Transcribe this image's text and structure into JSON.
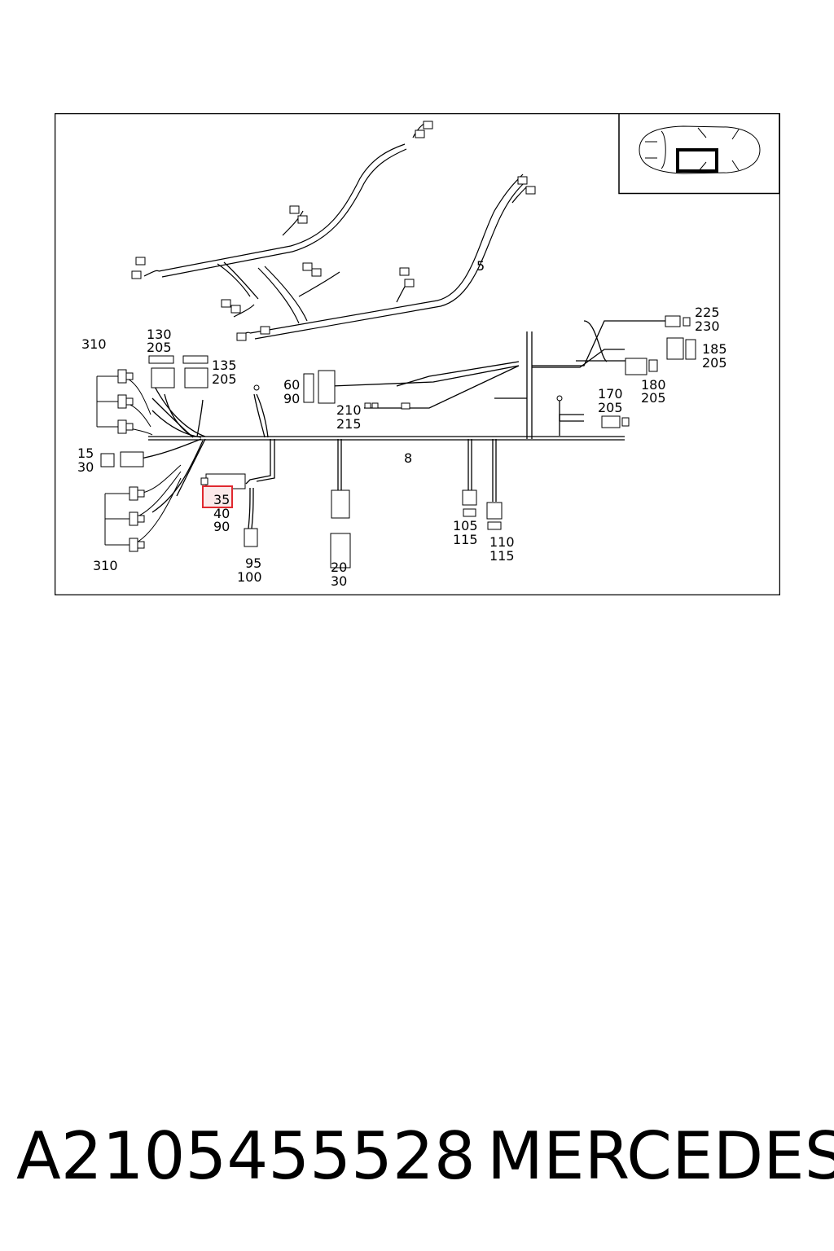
{
  "diagram": {
    "callouts": {
      "c310_top": "310",
      "c130_205": [
        "130",
        "205"
      ],
      "c135_205": [
        "135",
        "205"
      ],
      "c60_90": [
        "60",
        "90"
      ],
      "c210_215": [
        "210",
        "215"
      ],
      "c5": "5",
      "c8": "8",
      "c225_230": [
        "225",
        "230"
      ],
      "c185_205": [
        "185",
        "205"
      ],
      "c180_205": [
        "180",
        "205"
      ],
      "c170_205": [
        "170",
        "205"
      ],
      "c15_30": [
        "15",
        "30"
      ],
      "c35_40_90": [
        "35",
        "40",
        "90"
      ],
      "c95_100": [
        "95",
        "100"
      ],
      "c20_30": [
        "20",
        "30"
      ],
      "c105_115": [
        "105",
        "115"
      ],
      "c110_115": [
        "110",
        "115"
      ],
      "c310_bottom": "310"
    },
    "highlighted_callout": "35",
    "highlight_color": "#e0282f"
  },
  "footer": {
    "part_number": "A2105455528",
    "brand": "MERCEDES"
  }
}
